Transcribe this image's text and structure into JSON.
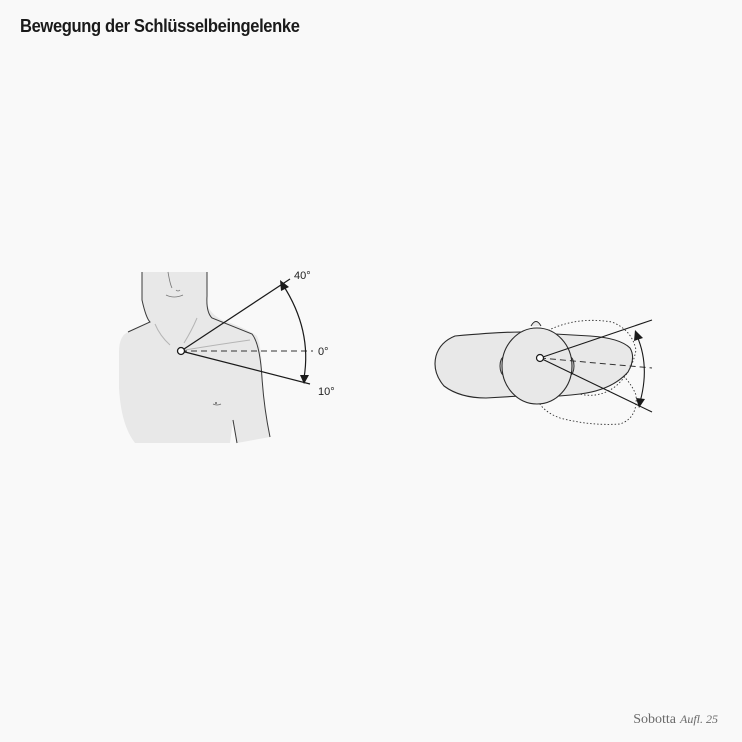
{
  "title": "Bewegung der Schlüsselbeingelenke",
  "front_view": {
    "angle_upper": "40°",
    "angle_neutral": "0°",
    "angle_lower": "10°"
  },
  "credit": {
    "publisher": "Sobotta",
    "edition": "Aufl. 25"
  }
}
